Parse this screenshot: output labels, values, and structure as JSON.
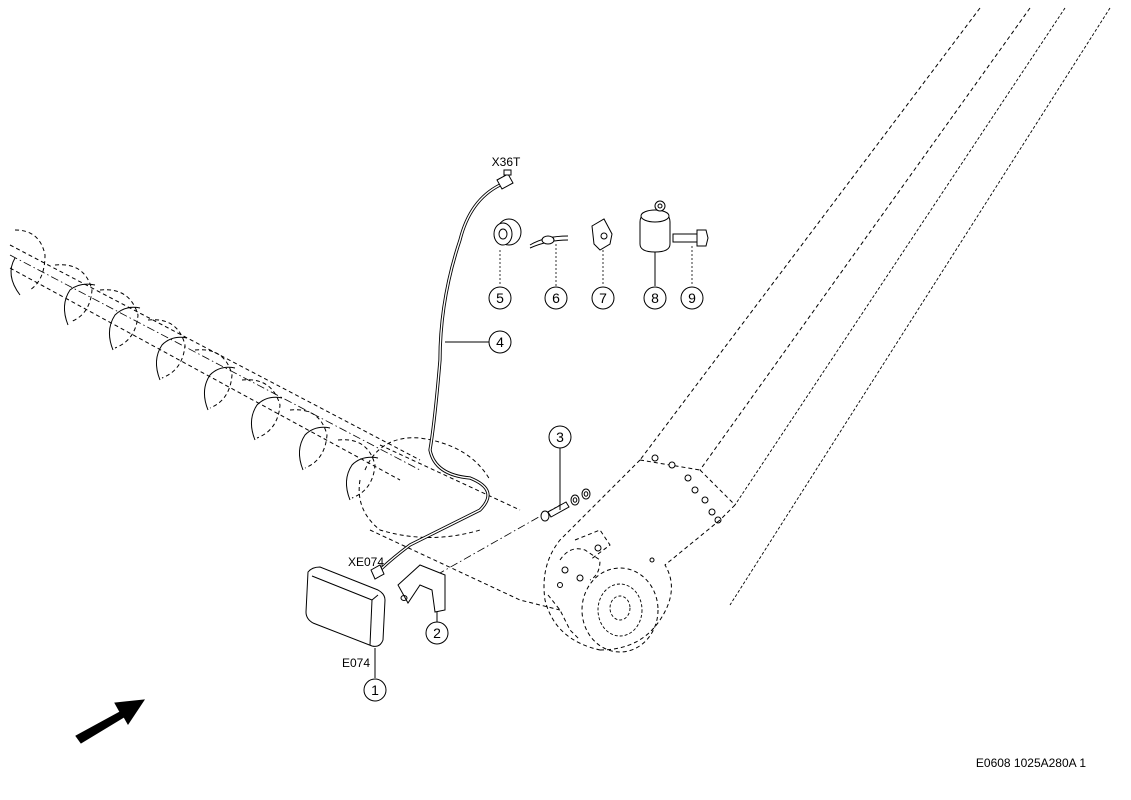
{
  "labels": {
    "connector_top": "X36T",
    "connector_lamp": "XE074",
    "lamp": "E074",
    "drawing_id": "E0608 1025A280A 1"
  },
  "callouts": [
    "1",
    "2",
    "3",
    "4",
    "5",
    "6",
    "7",
    "8",
    "9"
  ],
  "icons": {
    "direction_arrow": "direction-arrow-icon"
  }
}
